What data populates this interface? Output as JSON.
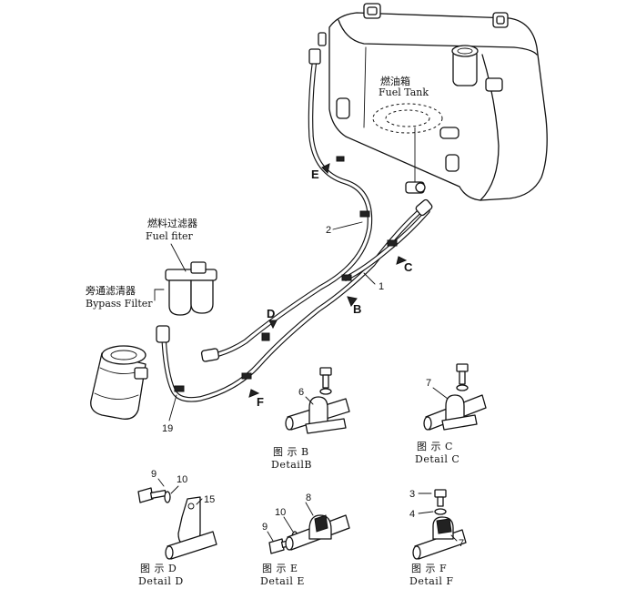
{
  "labels": {
    "fuel_tank_cn": "燃油箱",
    "fuel_tank_en": "Fuel Tank",
    "fuel_filter_cn": "燃料过滤器",
    "fuel_filter_en": "Fuel fiter",
    "bypass_filter_cn": "旁通滤清器",
    "bypass_filter_en": "Bypass Filter"
  },
  "part_numbers": {
    "hose_1": "1",
    "hose_2": "2",
    "hose_19": "19",
    "detail_b_part": "6",
    "detail_c_part": "7",
    "detail_d_bolt": "9",
    "detail_d_washer": "10",
    "detail_d_clamp": "15",
    "detail_e_bolt": "9",
    "detail_e_washer": "10",
    "detail_e_clamp": "8",
    "detail_f_bolt": "3",
    "detail_f_washer": "4",
    "detail_f_clamp": "7"
  },
  "detail_markers": [
    "E",
    "C",
    "B",
    "D",
    "F"
  ],
  "details": {
    "b": {
      "cn": "图 示 B",
      "en": "DetailB"
    },
    "c": {
      "cn": "图 示 C",
      "en": "Detail C"
    },
    "d": {
      "cn": "图 示 D",
      "en": "Detail D"
    },
    "e": {
      "cn": "图 示 E",
      "en": "Detail E"
    },
    "f": {
      "cn": "图 示 F",
      "en": "Detail F"
    }
  }
}
